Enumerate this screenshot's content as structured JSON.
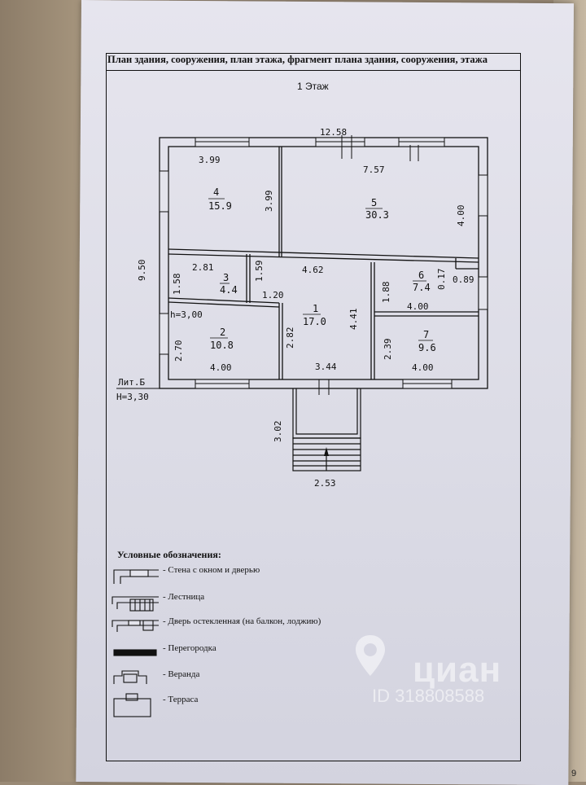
{
  "header": {
    "title": "План здания, сооружения, план этажа, фрагмент плана здания, сооружения, этажа",
    "floor": "1 Этаж"
  },
  "dimensions": {
    "top": "12.58",
    "left": "9.50",
    "porch_depth": "3.02",
    "porch_width": "2.53",
    "r4_top": "3.99",
    "r4_side": "3.99",
    "r5_top": "7.57",
    "r5_side": "4.00",
    "r3_width": "2.81",
    "r3_left": "1.58",
    "r3_right": "1.59",
    "r1_top": "4.62",
    "r1_side": "4.41",
    "r1_left": "2.82",
    "r1_bottom": "3.44",
    "r1_small": "1.20",
    "r6_left": "1.88",
    "r6_right": "0.17",
    "r6_corner": "0.89",
    "r6_bottom": "4.00",
    "r2_side": "2.70",
    "r2_bottom": "4.00",
    "r7_side": "2.39",
    "r7_bottom": "4.00"
  },
  "rooms": [
    {
      "num": "4",
      "area": "15.9"
    },
    {
      "num": "5",
      "area": "30.3"
    },
    {
      "num": "3",
      "area": "4.4"
    },
    {
      "num": "1",
      "area": "17.0"
    },
    {
      "num": "6",
      "area": "7.4"
    },
    {
      "num": "2",
      "area": "10.8"
    },
    {
      "num": "7",
      "area": "9.6"
    }
  ],
  "labels": {
    "ceiling_height": "h=3,00",
    "lit": "Лит.Б",
    "height": "Н=3,30"
  },
  "legend": {
    "title": "Условные обозначения:",
    "items": [
      "- Стена с окном и дверью",
      "- Лестница",
      "- Дверь остекленная (на балкон, лоджию)",
      "- Перегородка",
      "- Веранда",
      "- Терраса"
    ]
  },
  "watermark": {
    "logo": "циан",
    "id": "ID 318808588"
  },
  "page_number": "9"
}
